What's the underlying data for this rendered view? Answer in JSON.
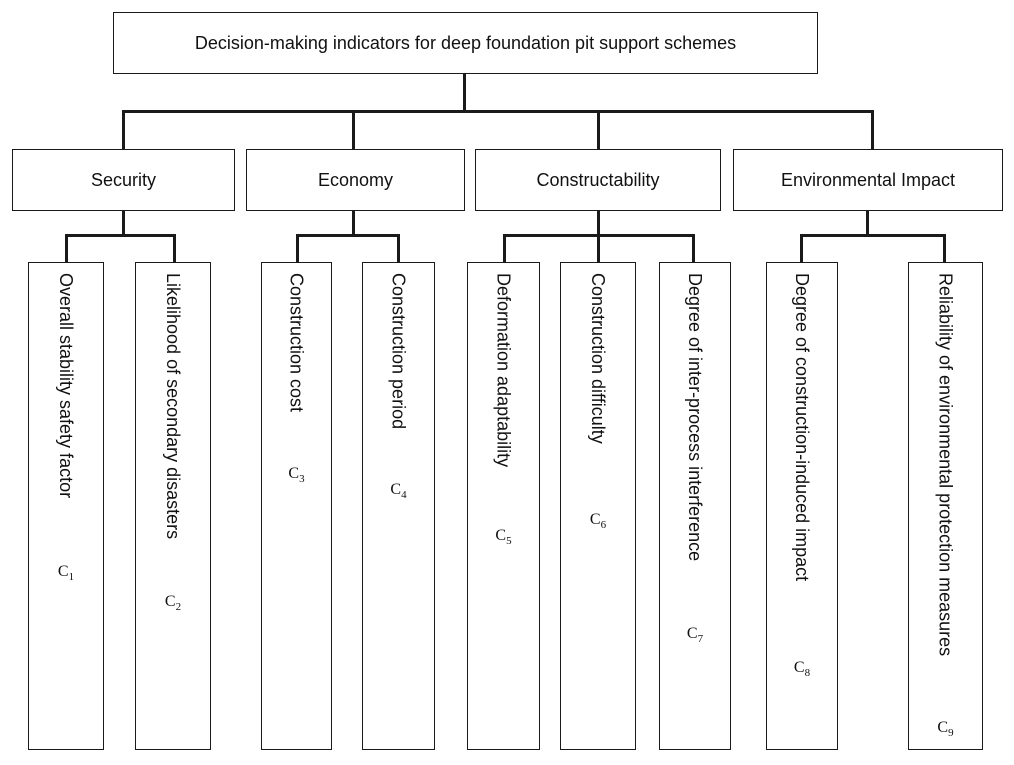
{
  "root": {
    "label": "Decision-making indicators for deep foundation pit support schemes"
  },
  "categories": [
    {
      "label": "Security",
      "indicators": [
        {
          "label": "Overall stability safety factor",
          "code_letter": "C",
          "code_index": "1"
        },
        {
          "label": "Likelihood of secondary disasters",
          "code_letter": "C",
          "code_index": "2"
        }
      ]
    },
    {
      "label": "Economy",
      "indicators": [
        {
          "label": "Construction cost",
          "code_letter": "C",
          "code_index": "3"
        },
        {
          "label": "Construction period",
          "code_letter": "C",
          "code_index": "4"
        }
      ]
    },
    {
      "label": "Constructability",
      "indicators": [
        {
          "label": "Deformation adaptability",
          "code_letter": "C",
          "code_index": "5"
        },
        {
          "label": "Construction difficulty",
          "code_letter": "C",
          "code_index": "6"
        },
        {
          "label": "Degree of inter-process interference",
          "code_letter": "C",
          "code_index": "7"
        }
      ]
    },
    {
      "label": "Environmental Impact",
      "indicators": [
        {
          "label": "Degree of construction-induced impact",
          "code_letter": "C",
          "code_index": "8"
        },
        {
          "label": "Reliability of environmental protection measures",
          "code_letter": "C",
          "code_index": "9"
        }
      ]
    }
  ]
}
